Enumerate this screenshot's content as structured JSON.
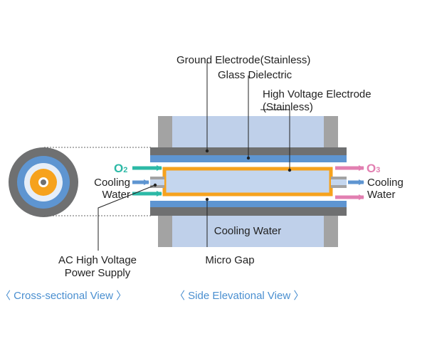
{
  "labels": {
    "ground_electrode": "Ground Electrode(Stainless)",
    "glass_dielectric": "Glass Dielectric",
    "high_voltage_electrode_line1": "High Voltage Electrode",
    "high_voltage_electrode_line2": "(Stainless)",
    "cooling_water_left_line1": "Cooling",
    "cooling_water_left_line2": "Water",
    "cooling_water_right_line1": "Cooling",
    "cooling_water_right_line2": "Water",
    "cooling_water_bottom": "Cooling Water",
    "ac_supply_line1": "AC High Voltage",
    "ac_supply_line2": "Power Supply",
    "micro_gap": "Micro Gap"
  },
  "gases": {
    "inlet_symbol": "O",
    "inlet_subscript": "2",
    "outlet_symbol": "O",
    "outlet_subscript": "3"
  },
  "captions": {
    "cross_section": "〈 Cross-sectional View 〉",
    "side_elevation": "〈 Side Elevational View 〉"
  },
  "colors": {
    "cooling_jacket": "#bfd0ea",
    "end_cap": "#a3a3a3",
    "ground_electrode": "#6f7071",
    "glass_dielectric": "#5e95d1",
    "high_voltage_electrode": "#f6a21d",
    "inner_chamber": "#c4d6ee",
    "o2_arrow": "#2cb9a6",
    "o3_arrow": "#e27fb1",
    "water_arrow": "#5e95d1",
    "caption_text": "#4a8fd0"
  }
}
